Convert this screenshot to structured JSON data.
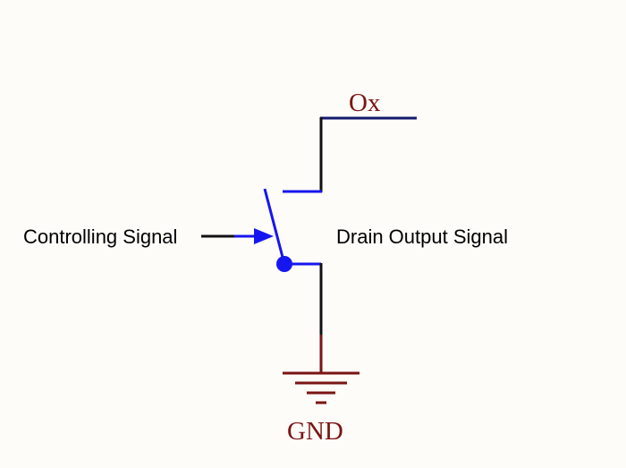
{
  "labels": {
    "controlling_signal": "Controlling Signal",
    "drain_output_signal": "Drain Output Signal",
    "output_pin": "Ox",
    "ground": "GND"
  },
  "colors": {
    "background": "#fdfcf8",
    "wire_black": "#111111",
    "wire_navy": "#141a6e",
    "switch_blue": "#1616f0",
    "ground_maroon": "#7a1414",
    "text_black": "#000000"
  }
}
